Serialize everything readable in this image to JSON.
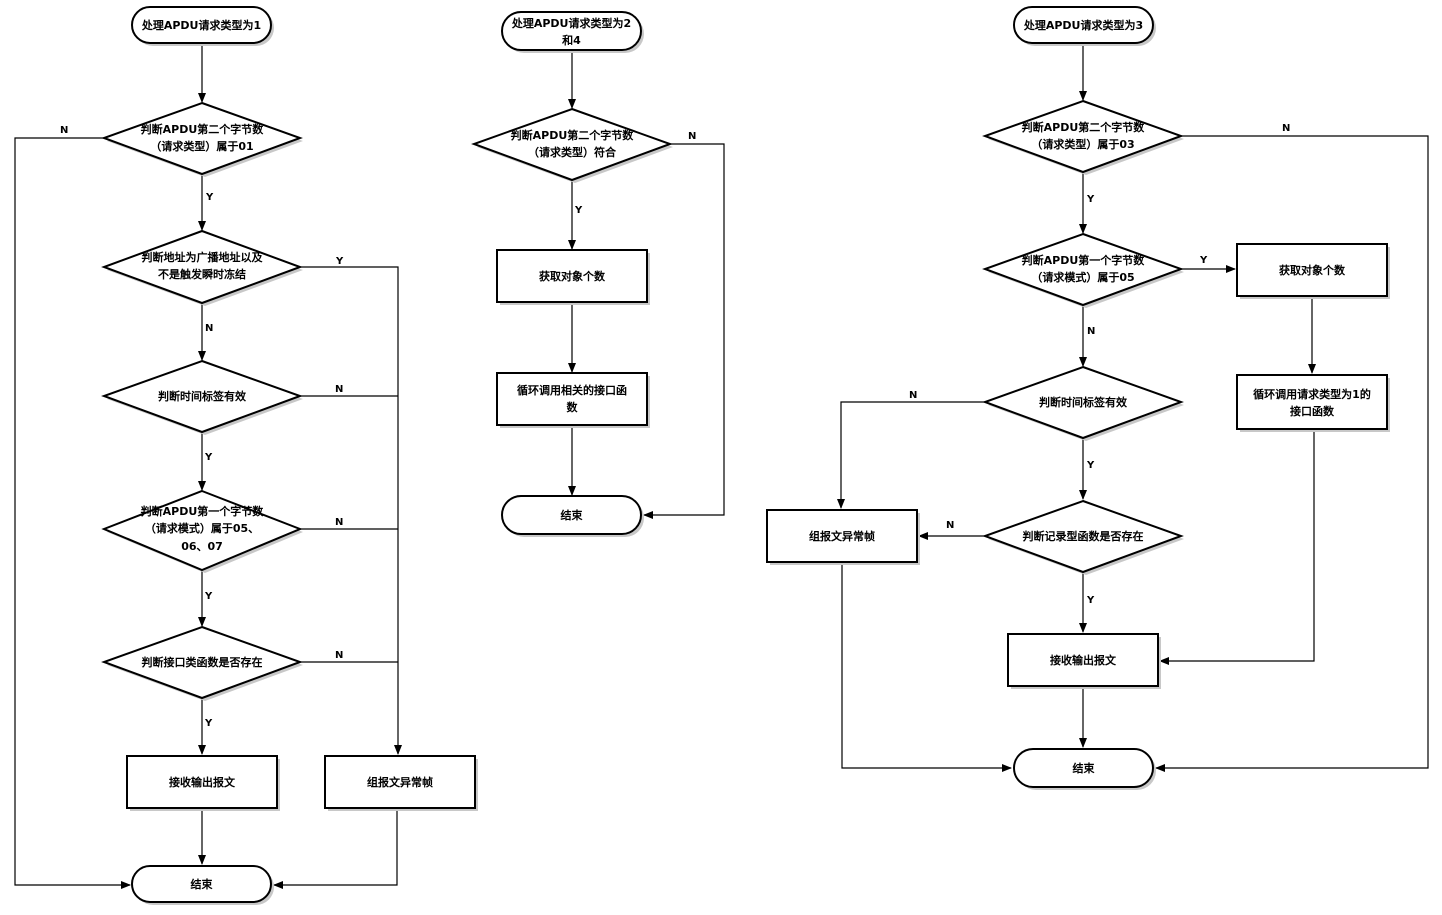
{
  "flowchart_1": {
    "start": "处理APDU请求类型为1",
    "d_req_type_line1": "判断APDU第二个字节数",
    "d_req_type_line2": "（请求类型）属于01",
    "d_address_line1": "判断地址为广播地址以及",
    "d_address_line2": "不是触发瞬时冻结",
    "d_time_tag": "判断时间标签有效",
    "d_req_mode_line1": "判断APDU第一个字节数",
    "d_req_mode_line2": "（请求模式）属于05、",
    "d_req_mode_line3": "06、07",
    "d_interface_fn": "判断接口类函数是否存在",
    "p_receive_output": "接收输出报文",
    "p_error_frame": "组报文异常帧",
    "end": "结束"
  },
  "flowchart_2": {
    "start_line1": "处理APDU请求类型为2",
    "start_line2": "和4",
    "d_req_type_line1": "判断APDU第二个字节数",
    "d_req_type_line2": "（请求类型）符合",
    "p_get_count": "获取对象个数",
    "p_loop_line1": "循环调用相关的接口函",
    "p_loop_line2": "数",
    "end": "结束"
  },
  "flowchart_3": {
    "start": "处理APDU请求类型为3",
    "d_req_type_line1": "判断APDU第二个字节数",
    "d_req_type_line2": "（请求类型）属于03",
    "d_req_mode_line1": "判断APDU第一个字节数",
    "d_req_mode_line2": "（请求模式）属于05",
    "p_get_count": "获取对象个数",
    "p_loop_line1": "循环调用请求类型为1的",
    "p_loop_line2": "接口函数",
    "d_time_tag": "判断时间标签有效",
    "d_record_fn": "判断记录型函数是否存在",
    "p_error_frame": "组报文异常帧",
    "p_receive_output": "接收输出报文",
    "end": "结束"
  },
  "edge_labels": {
    "yes": "Y",
    "no": "N"
  }
}
